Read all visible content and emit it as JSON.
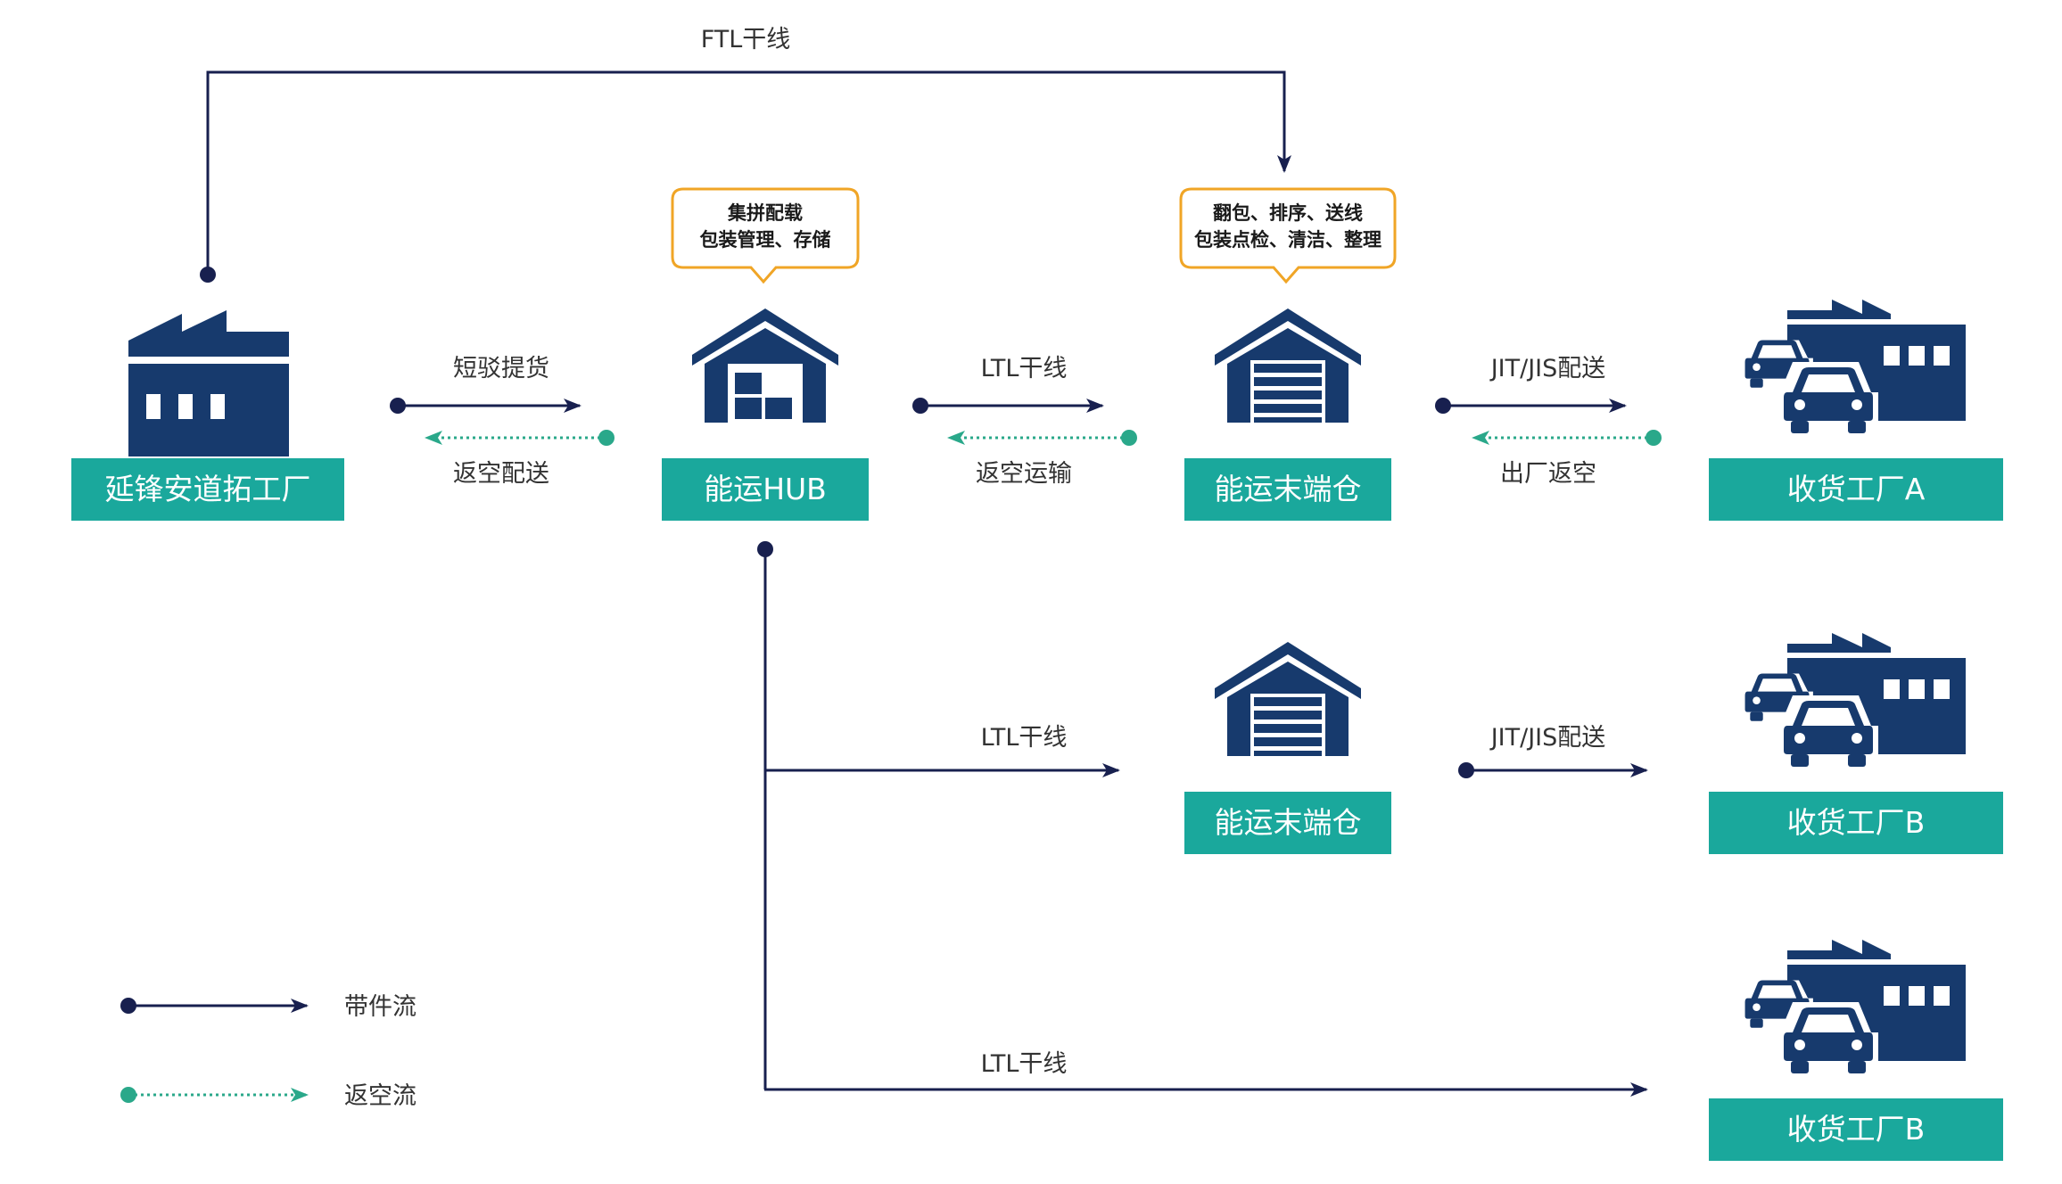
{
  "colors": {
    "navy": "#173a6d",
    "flow_line": "#18204f",
    "teal_box": "#1aa89c",
    "teal_dot": "#2aa88a",
    "bubble_border": "#f0a526"
  },
  "ftl": {
    "label": "FTL干线"
  },
  "nodes": {
    "origin_factory": {
      "label": "延锋安道拓工厂",
      "icon": "factory-icon"
    },
    "hub": {
      "label": "能运HUB",
      "icon": "warehouse-icon"
    },
    "terminal_top": {
      "label": "能运末端仓",
      "icon": "garage-warehouse-icon"
    },
    "terminal_mid": {
      "label": "能运末端仓",
      "icon": "garage-warehouse-icon"
    },
    "receiver_a": {
      "label": "收货工厂A",
      "icon": "factory-with-cars-icon"
    },
    "receiver_b1": {
      "label": "收货工厂B",
      "icon": "factory-with-cars-icon"
    },
    "receiver_b2": {
      "label": "收货工厂B",
      "icon": "factory-with-cars-icon"
    }
  },
  "bubbles": {
    "hub": {
      "line1": "集拼配载",
      "line2": "包装管理、存储"
    },
    "terminal": {
      "line1": "翻包、排序、送线",
      "line2": "包装点检、清洁、整理"
    }
  },
  "flows": {
    "pickup": {
      "forward": "短驳提货",
      "return": "返空配送"
    },
    "ltl_top": {
      "forward": "LTL干线",
      "return": "返空运输"
    },
    "jit_top": {
      "forward": "JIT/JIS配送",
      "return": "出厂返空"
    },
    "ltl_mid": {
      "forward": "LTL干线"
    },
    "jit_mid": {
      "forward": "JIT/JIS配送"
    },
    "ltl_bottom": {
      "forward": "LTL干线"
    }
  },
  "legend": {
    "loaded": "带件流",
    "empty": "返空流"
  }
}
